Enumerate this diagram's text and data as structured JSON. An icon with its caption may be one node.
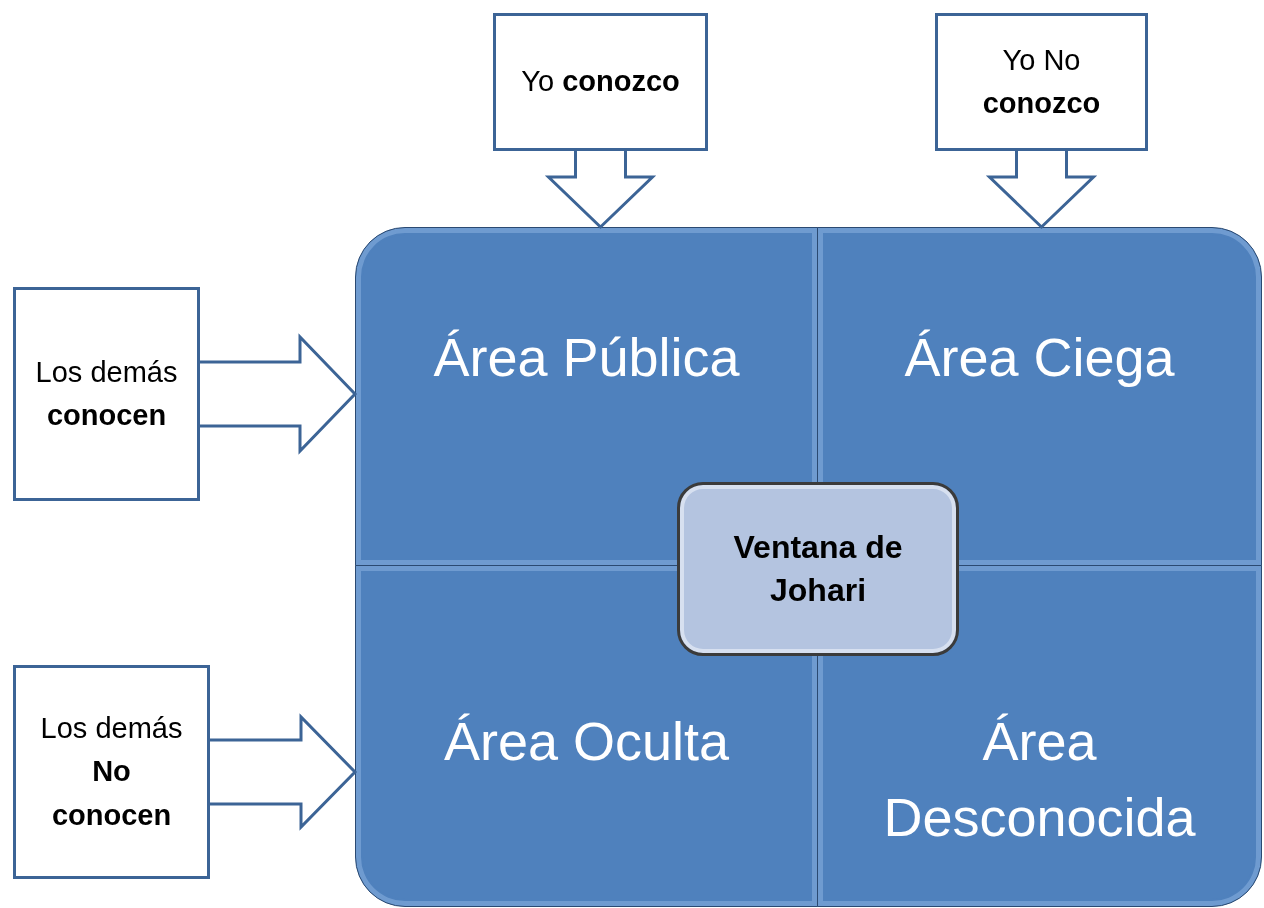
{
  "diagram": {
    "nodes": [
      {
        "text": [
          "Yo **conozco**"
        ]
      },
      {
        "text": [
          "Yo No **conozco**"
        ]
      },
      {
        "text": [
          "Los demás **conocen**"
        ]
      },
      {
        "text": [
          "Los demás **No conocen**"
        ]
      },
      {
        "text": [
          "Área Pública"
        ]
      },
      {
        "text": [
          "Área Ciega"
        ]
      },
      {
        "text": [
          "Área Oculta"
        ]
      },
      {
        "text": [
          "Área Desconocida"
        ]
      },
      {
        "text": [
          "Ventana de Johari"
        ]
      }
    ],
    "edges": [
      {
        "from": 0,
        "to": 4,
        "arrow": "to"
      },
      {
        "from": 1,
        "to": 5,
        "arrow": "to"
      },
      {
        "from": 2,
        "to": 4,
        "arrow": "to"
      },
      {
        "from": 3,
        "to": 6,
        "arrow": "to"
      }
    ]
  }
}
